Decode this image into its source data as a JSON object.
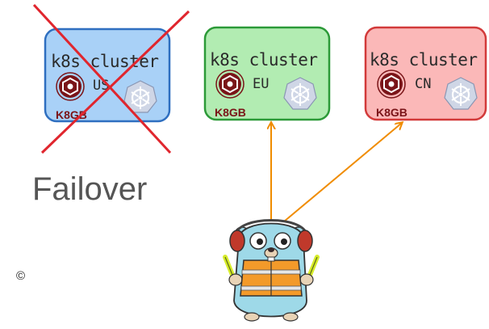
{
  "title": "Failover",
  "copyright": "©",
  "clusters": [
    {
      "label": "k8s cluster",
      "region": "US",
      "logo": "K8GB",
      "fill": "#a9d1f7",
      "stroke": "#2f6fc0",
      "failed": true
    },
    {
      "label": "k8s cluster",
      "region": "EU",
      "logo": "K8GB",
      "fill": "#b2ecb2",
      "stroke": "#2c9a38",
      "failed": false
    },
    {
      "label": "k8s cluster",
      "region": "CN",
      "logo": "K8GB",
      "fill": "#fbb8b8",
      "stroke": "#d23a3a",
      "failed": false
    }
  ],
  "colors": {
    "failure_cross": "#e0262e",
    "arrow": "#f08c00",
    "k8gb": "#7a1418",
    "kubernetes": "#326ce5"
  },
  "icons": [
    "k8gb-logo-icon",
    "kubernetes-helm-icon",
    "gopher-mascot-icon"
  ]
}
